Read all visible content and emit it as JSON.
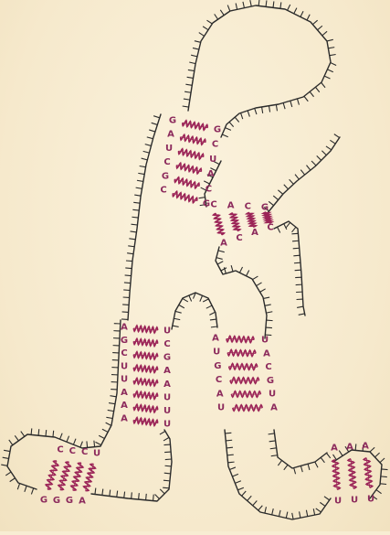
{
  "colors": {
    "background": "#f8edd3",
    "backbone": "#2b2b2b",
    "bond": "#9b2457",
    "base_letter": "#8c2a5c"
  },
  "diagram": {
    "stem_top_left": [
      "G",
      "A",
      "U",
      "C",
      "G",
      "C"
    ],
    "stem_top_right": [
      "G",
      "C",
      "U",
      "A",
      "C",
      "G"
    ],
    "arm_right_upper": [
      "C",
      "A",
      "C",
      "G"
    ],
    "arm_right_lower": [
      "A",
      "C",
      "A",
      "C"
    ],
    "left_leg_outer": [
      "A",
      "G",
      "C",
      "U",
      "U",
      "A",
      "A",
      "A"
    ],
    "left_leg_inner": [
      "U",
      "C",
      "G",
      "A",
      "A",
      "U",
      "U",
      "U"
    ],
    "right_leg_inner": [
      "A",
      "U",
      "G",
      "C",
      "A",
      "U"
    ],
    "right_leg_outer": [
      "U",
      "A",
      "C",
      "G",
      "U",
      "A"
    ],
    "left_foot_top": [
      "C",
      "C",
      "C",
      "U"
    ],
    "left_foot_bottom": [
      "G",
      "G",
      "G",
      "A"
    ],
    "right_foot_top": [
      "A",
      "A",
      "A"
    ],
    "right_foot_bottom": [
      "U",
      "U",
      "U"
    ]
  }
}
